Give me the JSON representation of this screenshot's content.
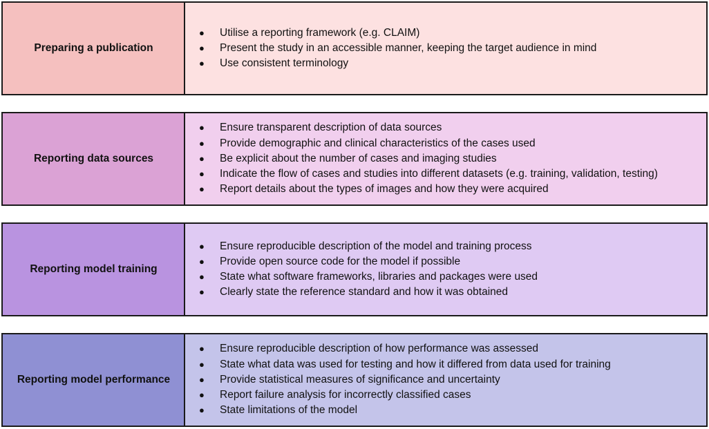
{
  "rows": [
    {
      "title": "Preparing a publication",
      "label_color": "#f5c0bf",
      "content_color": "#fde1e1",
      "items": [
        "Utilise a reporting framework (e.g. CLAIM)",
        "Present the study in an accessible manner, keeping the target audience in mind",
        "Use consistent terminology"
      ]
    },
    {
      "title": "Reporting data sources",
      "label_color": "#dba2d5",
      "content_color": "#f1cfee",
      "items": [
        "Ensure transparent description of data sources",
        "Provide demographic and clinical characteristics of the cases used",
        "Be explicit about the number of cases and imaging studies",
        "Indicate the flow of cases and studies into different datasets (e.g. training, validation, testing)",
        "Report details about the types of images and how they were acquired"
      ]
    },
    {
      "title": "Reporting model training",
      "label_color": "#b993e0",
      "content_color": "#dfcaf3",
      "items": [
        "Ensure reproducible description of the model and training process",
        "Provide open source code for the model if possible",
        "State what software frameworks, libraries and packages were used",
        "Clearly state the reference standard and how it was obtained"
      ]
    },
    {
      "title": "Reporting model performance",
      "label_color": "#8f90d3",
      "content_color": "#c4c4ea",
      "items": [
        "Ensure reproducible description of how performance was assessed",
        "State what data was used for testing and how it differed from data used for training",
        "Provide statistical measures of significance and uncertainty",
        "Report failure analysis for incorrectly classified cases",
        "State limitations of the model"
      ]
    }
  ],
  "bullet_symbol": "●"
}
